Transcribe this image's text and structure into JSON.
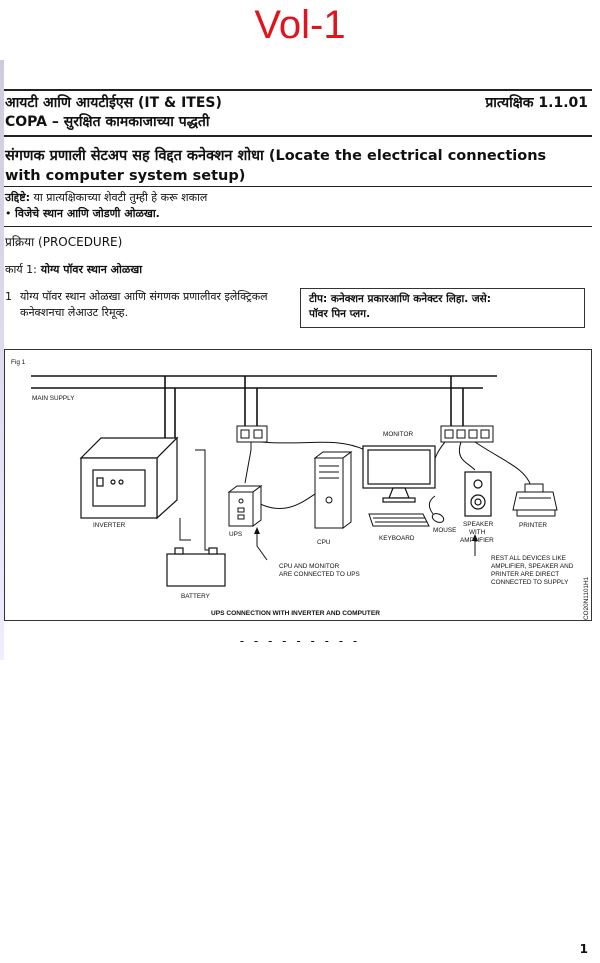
{
  "banner": "Vol-1",
  "header": {
    "left_line1": "आयटी आणि आयटीईएस (IT & ITES)",
    "left_line2": "COPA – सुरक्षित कामकाजाच्या पद्धती",
    "right": "प्रात्यक्षिक 1.1.01"
  },
  "title": {
    "line1": "संगणक प्रणाली सेटअप सह विद्दत कनेक्शन शोधा (Locate the electrical connections",
    "line2": "with computer system setup)"
  },
  "objective": {
    "label": "उद्दिष्टे:",
    "text": " या प्रात्यक्षिकाच्या शेवटी तुम्ही हे करू शकाल",
    "bullet": "•",
    "item": "विजेचे स्थान आणि जोडणी ओळखा."
  },
  "procedure": "प्रक्रिया (PROCEDURE)",
  "task": {
    "label": "कार्य 1:",
    "title": " योग्य पॉवर स्थान ओळखा"
  },
  "step": {
    "number": "1",
    "line1": "योग्य पॉवर स्थान ओळखा आणि संगणक प्रणालीवर इलेक्ट्रिकल",
    "line2": "कनेक्शनचा लेआउट रिमूव्ह."
  },
  "tip": {
    "line1": "टीप: कनेक्शन प्रकारआणि कनेक्टर लिहा. जसे:",
    "line2": "पॉवर पिन प्लग."
  },
  "figure": {
    "fig_label": "Fig 1",
    "labels": {
      "main_supply": "MAIN SUPPLY",
      "inverter": "INVERTER",
      "battery": "BATTERY",
      "ups": "UPS",
      "cpu": "CPU",
      "monitor": "MONITOR",
      "keyboard": "KEYBOARD",
      "mouse": "MOUSE",
      "speaker1": "SPEAKER",
      "speaker2": "WITH",
      "speaker3": "AMPLIFIER",
      "printer": "PRINTER",
      "note1_l1": "CPU AND MONITOR",
      "note1_l2": "ARE CONNECTED TO UPS",
      "note2_l1": "REST ALL DEVICES LIKE",
      "note2_l2": "AMPLIFIER, SPEAKER AND",
      "note2_l3": "PRINTER ARE DIRECT",
      "note2_l4": "CONNECTED TO SUPPLY"
    },
    "caption": "UPS CONNECTION WITH INVERTER AND COMPUTER",
    "code": "CO20N1101H1"
  },
  "separator": "- - - - - - - - -",
  "page_number": "1"
}
